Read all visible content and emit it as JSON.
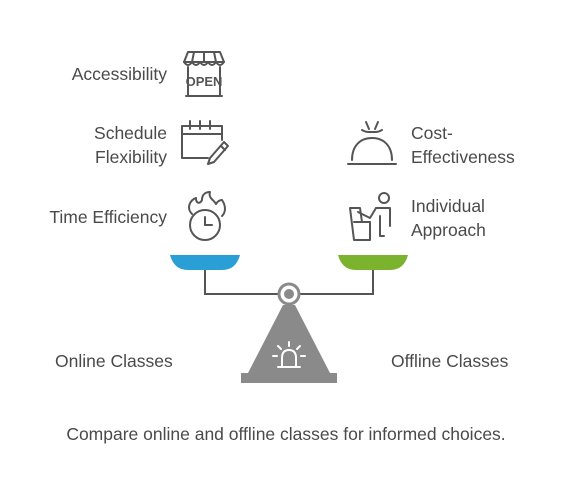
{
  "left": {
    "items": [
      {
        "lines": [
          "Accessibility"
        ],
        "icon": "open-sign-icon"
      },
      {
        "lines": [
          "Schedule",
          "Flexibility"
        ],
        "icon": "calendar-edit-icon"
      },
      {
        "lines": [
          "Time Efficiency"
        ],
        "icon": "clock-fire-icon"
      }
    ],
    "label": "Online Classes",
    "pan_color": "#2a9fd6"
  },
  "right": {
    "items": [
      {
        "lines": [
          "Cost-",
          "Effectiveness"
        ],
        "icon": "service-bell-icon"
      },
      {
        "lines": [
          "Individual",
          "Approach"
        ],
        "icon": "teacher-desk-icon"
      }
    ],
    "label": "Offline Classes",
    "pan_color": "#7cb32e"
  },
  "open_sign_text": "OPEN",
  "caption": "Compare online and offline classes for informed choices.",
  "colors": {
    "icon": "#555555",
    "scale": "#8a8a8a",
    "text": "#4a4a4a"
  }
}
